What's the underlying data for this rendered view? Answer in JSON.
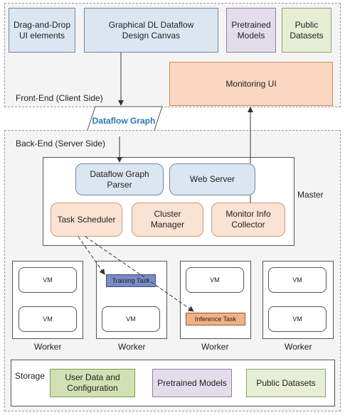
{
  "front_end": {
    "label": "Front-End (Client Side)",
    "drag_drop": "Drag-and-Drop\nUI elements",
    "canvas": "Graphical DL Dataflow\nDesign Canvas",
    "pretrained": "Pretrained\nModels",
    "datasets": "Public\nDatasets",
    "monitoring": "Monitoring UI"
  },
  "dataflow_graph": "Dataflow Graph",
  "back_end": {
    "label": "Back-End (Server Side)",
    "master_label": "Master",
    "parser": "Dataflow Graph\nParser",
    "web_server": "Web Server",
    "task_scheduler": "Task Scheduler",
    "cluster_manager": "Cluster\nManager",
    "monitor_collector": "Monitor Info\nCollector"
  },
  "workers": [
    {
      "label": "Worker",
      "top": "VM",
      "bottom": "VM"
    },
    {
      "label": "Worker",
      "top": "Training Task",
      "bottom": "VM"
    },
    {
      "label": "Worker",
      "top": "VM",
      "bottom": "Inference Task"
    },
    {
      "label": "Worker",
      "top": "VM",
      "bottom": "VM"
    }
  ],
  "storage": {
    "label": "Storage",
    "user_data": "User Data and\nConfiguration",
    "pretrained": "Pretrained Models",
    "datasets": "Public Datasets"
  },
  "colors": {
    "blue_box": "#dbe6f1",
    "purple_box": "#e3dceb",
    "green_box": "#e6eed5",
    "orange_box": "#fbd7c2",
    "training_task": "#7b8cc4",
    "inference_task": "#f4b183",
    "dataflow_text": "#2e75b6"
  }
}
